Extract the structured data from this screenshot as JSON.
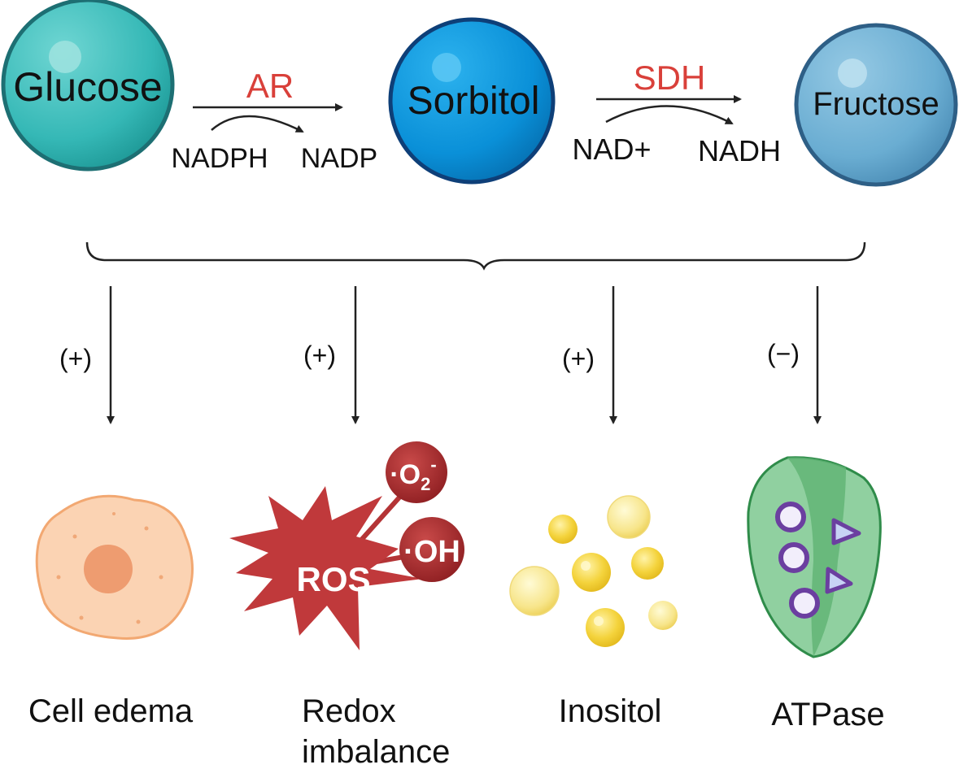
{
  "pathway": {
    "glucose": "Glucose",
    "sorbitol": "Sorbitol",
    "fructose": "Fructose",
    "enzyme1": "AR",
    "enzyme2": "SDH",
    "cofactor1_in": "NADPH",
    "cofactor1_out": "NADP",
    "cofactor2_in": "NAD+",
    "cofactor2_out": "NADH"
  },
  "effects": [
    {
      "sign": "(+)",
      "label": "Cell edema"
    },
    {
      "sign": "(+)",
      "label_line1": "Redox",
      "label_line2": "imbalance"
    },
    {
      "sign": "(+)",
      "label": "Inositol"
    },
    {
      "sign": "(−)",
      "label": "ATPase"
    }
  ],
  "ros": {
    "center": "ROS",
    "radical1_base": "·O",
    "radical1_sub": "2",
    "radical1_sup": "-",
    "radical2": "·OH"
  },
  "colors": {
    "enzyme_text": "#d9403a",
    "glucose_fill": "#3dbfbf",
    "sorbitol_fill": "#0a8fd6",
    "fructose_fill": "#6aaed3",
    "ros_red": "#c0393b",
    "cell_fill": "#fbd3b3",
    "inositol_yellow": "#f3d23b",
    "atpase_green": "#7cc48a",
    "atpase_purple": "#6b3fa0"
  }
}
